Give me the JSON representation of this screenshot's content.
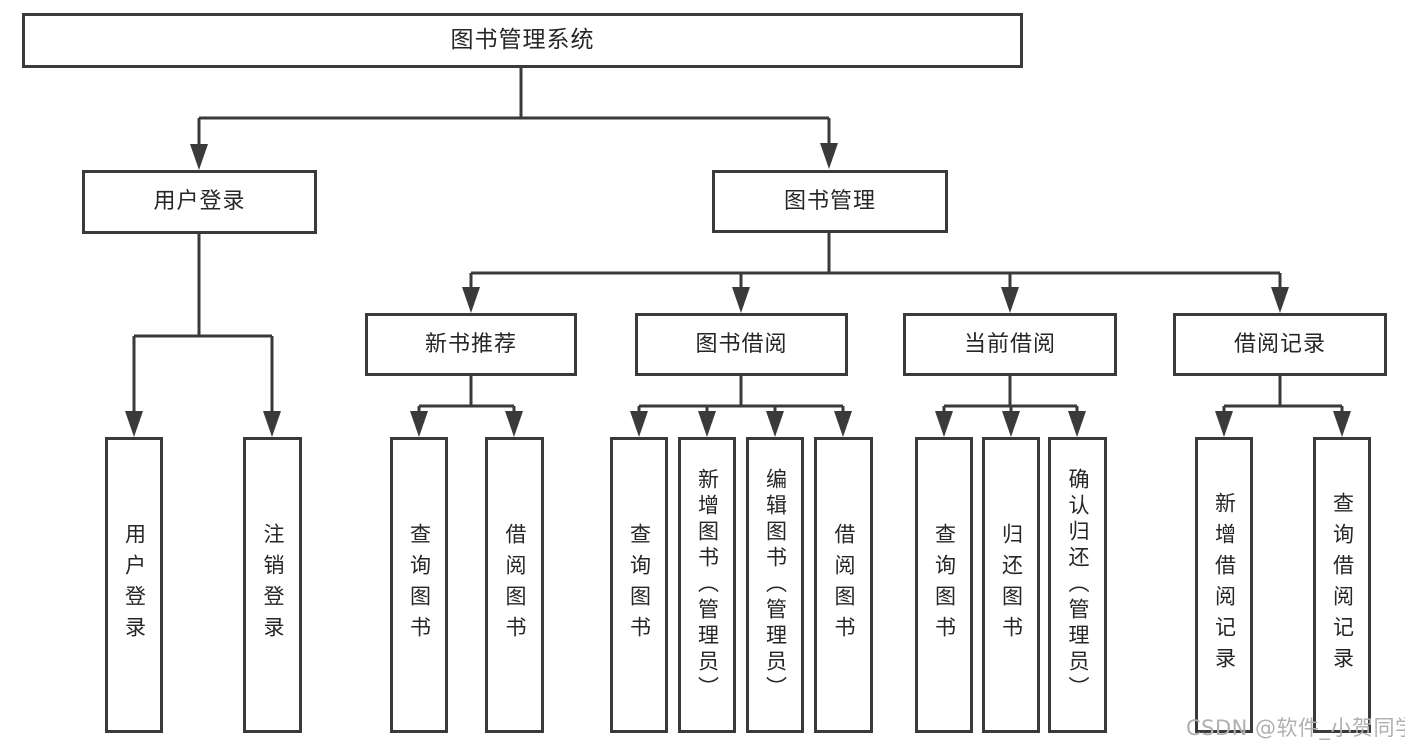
{
  "colors": {
    "line": "#3a3a3a",
    "text": "#262626",
    "wm": "#b0b0b0",
    "bg": "#ffffff"
  },
  "watermark": "CSDN @软件_小贺同学",
  "tree": {
    "label": "图书管理系统",
    "children": [
      {
        "label": "用户登录",
        "children": [
          {
            "label": "用户登录"
          },
          {
            "label": "注销登录"
          }
        ]
      },
      {
        "label": "图书管理",
        "children": [
          {
            "label": "新书推荐",
            "children": [
              {
                "label": "查询图书"
              },
              {
                "label": "借阅图书"
              }
            ]
          },
          {
            "label": "图书借阅",
            "children": [
              {
                "label": "查询图书"
              },
              {
                "label": "新增图书（管理员）"
              },
              {
                "label": "编辑图书（管理员）"
              },
              {
                "label": "借阅图书"
              }
            ]
          },
          {
            "label": "当前借阅",
            "children": [
              {
                "label": "查询图书"
              },
              {
                "label": "归还图书"
              },
              {
                "label": "确认归还（管理员）"
              }
            ]
          },
          {
            "label": "借阅记录",
            "children": [
              {
                "label": "新增借阅记录"
              },
              {
                "label": "查询借阅记录"
              }
            ]
          }
        ]
      }
    ]
  }
}
